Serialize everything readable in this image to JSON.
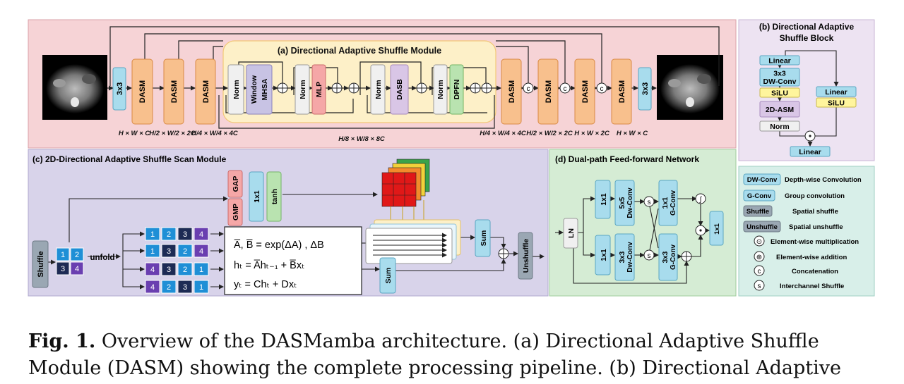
{
  "colors": {
    "panel_a_bg": "#f6d3d6",
    "panel_b_bg": "#ede3f2",
    "panel_c_bg": "#d8d3ea",
    "panel_d_bg": "#d5ecd4",
    "legend_bg": "#d8efe9",
    "dasm_block": "#f8c08d",
    "conv_block": "#a8dced",
    "norm_block": "#f0f0f0",
    "mhsa_block": "#c8c3e4",
    "mlp_block": "#f5a7a7",
    "dasb_block": "#d9c6e6",
    "dpfn_block": "#b9e3b0",
    "silu_block": "#fff59d",
    "gray_block": "#bcbcbc",
    "num_blue": "#1f8fd6",
    "num_purple": "#6a3fb0",
    "num_navy": "#1d2b54"
  },
  "panel_a": {
    "title": "(a) Directional Adaptive Shuffle Module",
    "conv_in": "3x3",
    "conv_out": "3x3",
    "dasm": "DASM",
    "norm": "Norm",
    "window_mhsa": [
      "Window",
      "MHSA"
    ],
    "mlp": "MLP",
    "dasb": "DASB",
    "dpfn": "DPFN",
    "concat": "c",
    "dims": {
      "d1": "H × W × C",
      "d2": "H/2 × W/2 × 2C",
      "d3": "H/4 × W/4 × 4C",
      "d4": "H/8 × W/8 × 8C",
      "d5": "H/4 × W/4 × 4C",
      "d6": "H/2 × W/2 × 2C",
      "d7": "H × W × 2C",
      "d8": "H × W × C"
    }
  },
  "panel_b": {
    "title": [
      "(b) Directional Adaptive",
      "Shuffle  Block"
    ],
    "linear": "Linear",
    "dwconv": [
      "3x3",
      "DW-Conv"
    ],
    "silu": "SiLU",
    "asm2d": "2D-ASM",
    "norm": "Norm",
    "linear_right": "Linear",
    "silu_right": "SiLU",
    "linear_out": "Linear"
  },
  "panel_c": {
    "title": "(c) 2D-Directional Adaptive Shuffle Scan Module",
    "shuffle": "Shuffle",
    "unfold": "unfold",
    "gap": "GAP",
    "gmp": "GMP",
    "conv1x1": "1x1",
    "tanh": "tanh",
    "grid": [
      "1",
      "2",
      "3",
      "4"
    ],
    "scans": [
      [
        "1",
        "2",
        "3",
        "4"
      ],
      [
        "1",
        "3",
        "2",
        "4"
      ],
      [
        "4",
        "3",
        "2",
        "1"
      ],
      [
        "4",
        "2",
        "3",
        "1"
      ]
    ],
    "equations": [
      "A̅, B̅ = exp(ΔA) , ΔB",
      "hₜ = A̅hₜ₋₁ + B̅xₜ",
      "yₜ = Chₜ + Dxₜ"
    ],
    "sum": "Sum",
    "sum2": "Sum",
    "unshuffle": "Unshuffle"
  },
  "panel_d": {
    "title": "(d) Dual-path Feed-forward Network",
    "ln": "LN",
    "c1x1": "1x1",
    "dw5": [
      "5x5",
      "Dw-Conv"
    ],
    "dw3": [
      "3x3",
      "Dw-Conv"
    ],
    "gconv1": [
      "1x1",
      "G-Conv"
    ],
    "gconv3": [
      "3x3",
      "G-Conv"
    ],
    "s": "s",
    "gelu": "∫",
    "out1x1": "1x1"
  },
  "legend": [
    {
      "symbol": "DW-Conv",
      "text": "Depth-wise Convolution"
    },
    {
      "symbol": "G-Conv",
      "text": "Group convolution"
    },
    {
      "symbol": "Shuffle",
      "text": "Spatial shuffle"
    },
    {
      "symbol": "Unshuffle",
      "text": "Spatial unshuffle"
    },
    {
      "symbol": "⊙",
      "text": "Element-wise multiplication"
    },
    {
      "symbol": "⊕",
      "text": "Element-wise addition"
    },
    {
      "symbol": "c",
      "text": "Concatenation"
    },
    {
      "symbol": "s",
      "text": "Interchannel Shuffle"
    }
  ],
  "caption": {
    "label": "Fig. 1.",
    "line1": " Overview of the DASMamba architecture. (a) Directional Adaptive Shuffle",
    "line2": "Module (DASM) showing the complete processing pipeline. (b) Directional Adaptive"
  }
}
